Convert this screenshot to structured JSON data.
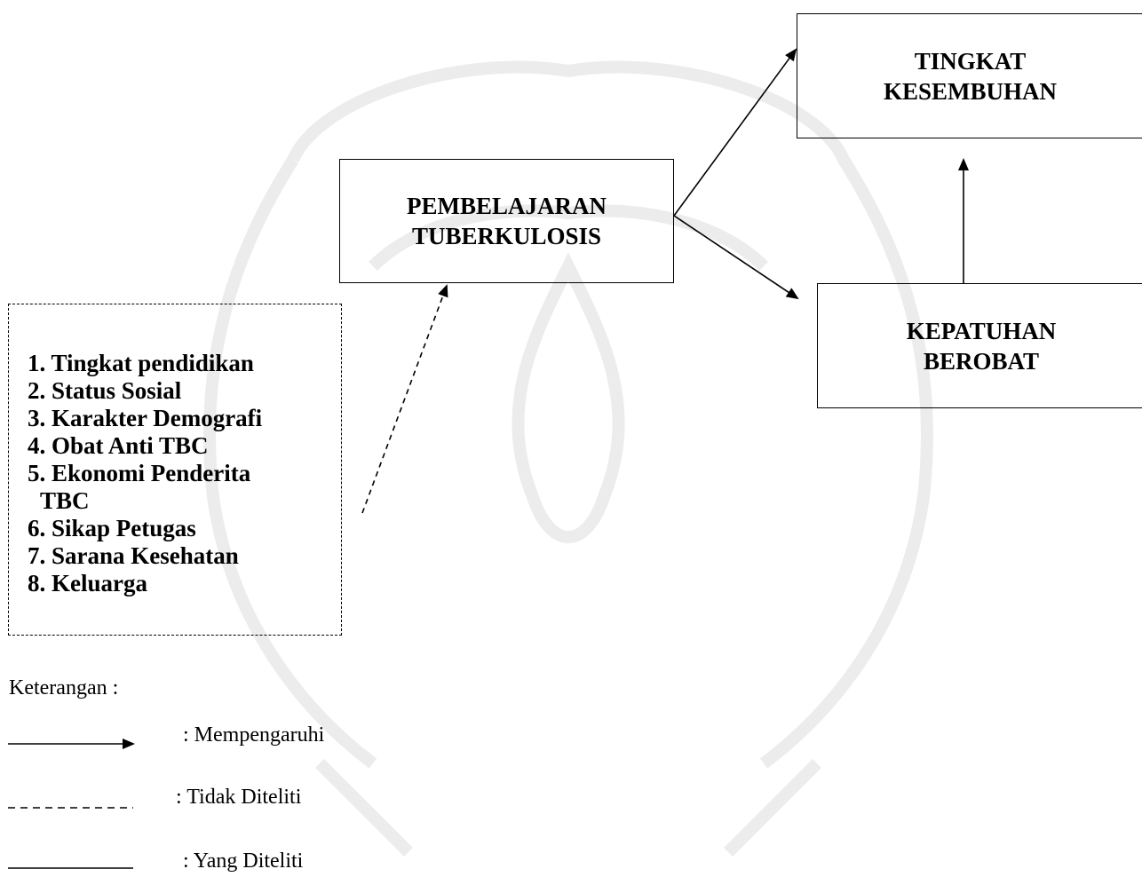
{
  "boxes": {
    "tingkat": [
      "TINGKAT",
      "KESEMBUHAN"
    ],
    "pembelajaran": [
      "PEMBELAJARAN",
      "TUBERKULOSIS"
    ],
    "kepatuhan": [
      "KEPATUHAN",
      "BEROBAT"
    ]
  },
  "factors": [
    "1. Tingkat pendidikan",
    "2. Status Sosial",
    "3. Karakter Demografi",
    "4. Obat Anti TBC",
    "5. Ekonomi Penderita",
    "TBC",
    "6. Sikap Petugas",
    "7. Sarana Kesehatan",
    "8. Keluarga"
  ],
  "legend": {
    "title": "Keterangan :",
    "items": [
      {
        "style": "solid-arrow",
        "label": ":  Mempengaruhi"
      },
      {
        "style": "dashed",
        "label": ":  Tidak Diteliti"
      },
      {
        "style": "solid",
        "label": ":  Yang Diteliti"
      }
    ]
  },
  "colors": {
    "line": "#000000",
    "watermark": "#ececec"
  }
}
